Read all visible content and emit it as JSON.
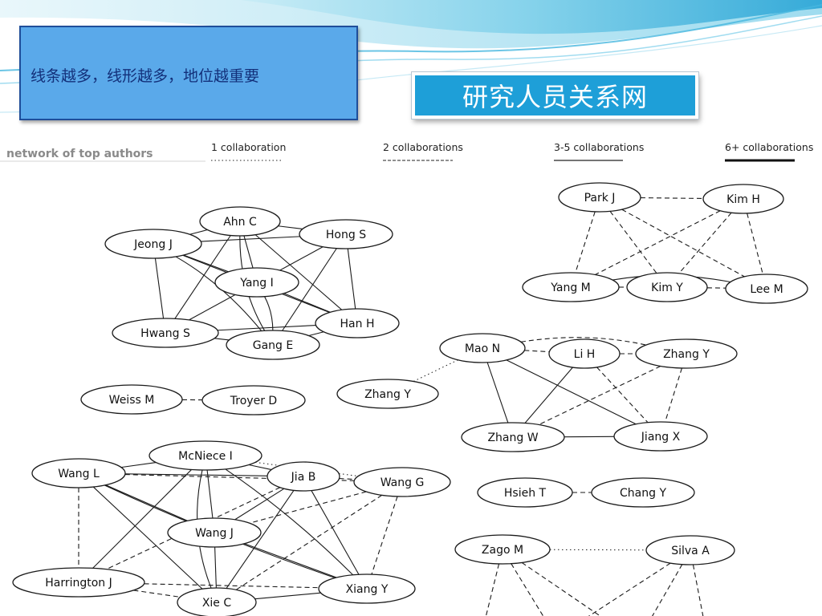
{
  "callout_text": "线条越多，线形越多，地位越重要",
  "title": "研究人员关系网",
  "figure_title": "network of top authors",
  "legend": [
    {
      "label": "1 collaboration",
      "style": "dotted"
    },
    {
      "label": "2 collaborations",
      "style": "dashed"
    },
    {
      "label": "3-5 collaborations",
      "style": "solid"
    },
    {
      "label": "6+ collaborations",
      "style": "thick"
    }
  ],
  "nodes": [
    {
      "id": "ahn-c",
      "label": "Ahn C"
    },
    {
      "id": "jeong-j",
      "label": "Jeong J"
    },
    {
      "id": "hong-s",
      "label": "Hong S"
    },
    {
      "id": "yang-i",
      "label": "Yang I"
    },
    {
      "id": "han-h",
      "label": "Han H"
    },
    {
      "id": "hwang-s",
      "label": "Hwang S"
    },
    {
      "id": "gang-e",
      "label": "Gang E"
    },
    {
      "id": "weiss-m",
      "label": "Weiss M"
    },
    {
      "id": "troyer-d",
      "label": "Troyer D"
    },
    {
      "id": "mcniece-i",
      "label": "McNiece I"
    },
    {
      "id": "wang-l",
      "label": "Wang L"
    },
    {
      "id": "jia-b",
      "label": "Jia B"
    },
    {
      "id": "wang-g",
      "label": "Wang G"
    },
    {
      "id": "wang-j",
      "label": "Wang J"
    },
    {
      "id": "harrington-j",
      "label": "Harrington J"
    },
    {
      "id": "xie-c",
      "label": "Xie C"
    },
    {
      "id": "xiang-y",
      "label": "Xiang Y"
    },
    {
      "id": "park-j",
      "label": "Park J"
    },
    {
      "id": "kim-h",
      "label": "Kim H"
    },
    {
      "id": "yang-m",
      "label": "Yang M"
    },
    {
      "id": "kim-y",
      "label": "Kim Y"
    },
    {
      "id": "lee-m",
      "label": "Lee M"
    },
    {
      "id": "mao-n",
      "label": "Mao N"
    },
    {
      "id": "li-h",
      "label": "Li H"
    },
    {
      "id": "zhang-y-1",
      "label": "Zhang Y"
    },
    {
      "id": "zhang-y-2",
      "label": "Zhang Y"
    },
    {
      "id": "zhang-w",
      "label": "Zhang W"
    },
    {
      "id": "jiang-x",
      "label": "Jiang X"
    },
    {
      "id": "hsieh-t",
      "label": "Hsieh T"
    },
    {
      "id": "chang-y",
      "label": "Chang Y"
    },
    {
      "id": "zago-m",
      "label": "Zago M"
    },
    {
      "id": "silva-a",
      "label": "Silva A"
    }
  ],
  "edges": [
    {
      "from": "jeong-j",
      "to": "ahn-c",
      "style": "solid"
    },
    {
      "from": "jeong-j",
      "to": "hong-s",
      "style": "solid"
    },
    {
      "from": "jeong-j",
      "to": "yang-i",
      "style": "solid"
    },
    {
      "from": "jeong-j",
      "to": "han-h",
      "style": "solid"
    },
    {
      "from": "jeong-j",
      "to": "hwang-s",
      "style": "solid"
    },
    {
      "from": "jeong-j",
      "to": "gang-e",
      "style": "solid"
    },
    {
      "from": "ahn-c",
      "to": "hong-s",
      "style": "solid"
    },
    {
      "from": "ahn-c",
      "to": "yang-i",
      "style": "solid"
    },
    {
      "from": "ahn-c",
      "to": "han-h",
      "style": "solid"
    },
    {
      "from": "ahn-c",
      "to": "hwang-s",
      "style": "solid"
    },
    {
      "from": "ahn-c",
      "to": "gang-e",
      "style": "solid"
    },
    {
      "from": "hong-s",
      "to": "han-h",
      "style": "solid"
    },
    {
      "from": "hong-s",
      "to": "gang-e",
      "style": "solid"
    },
    {
      "from": "hong-s",
      "to": "hwang-s",
      "style": "solid"
    },
    {
      "from": "yang-i",
      "to": "han-h",
      "style": "solid"
    },
    {
      "from": "yang-i",
      "to": "gang-e",
      "style": "solid"
    },
    {
      "from": "hwang-s",
      "to": "gang-e",
      "style": "solid"
    },
    {
      "from": "hwang-s",
      "to": "han-h",
      "style": "solid"
    },
    {
      "from": "gang-e",
      "to": "han-h",
      "style": "solid"
    },
    {
      "from": "weiss-m",
      "to": "troyer-d",
      "style": "dashed"
    },
    {
      "from": "mcniece-i",
      "to": "wang-l",
      "style": "solid"
    },
    {
      "from": "mcniece-i",
      "to": "jia-b",
      "style": "solid"
    },
    {
      "from": "mcniece-i",
      "to": "wang-g",
      "style": "dotted"
    },
    {
      "from": "mcniece-i",
      "to": "wang-j",
      "style": "solid"
    },
    {
      "from": "mcniece-i",
      "to": "xie-c",
      "style": "solid"
    },
    {
      "from": "mcniece-i",
      "to": "xiang-y",
      "style": "solid"
    },
    {
      "from": "mcniece-i",
      "to": "harrington-j",
      "style": "solid"
    },
    {
      "from": "wang-l",
      "to": "jia-b",
      "style": "solid"
    },
    {
      "from": "wang-l",
      "to": "wang-g",
      "style": "dashed"
    },
    {
      "from": "wang-l",
      "to": "wang-j",
      "style": "solid"
    },
    {
      "from": "wang-l",
      "to": "xie-c",
      "style": "solid"
    },
    {
      "from": "wang-l",
      "to": "xiang-y",
      "style": "solid"
    },
    {
      "from": "wang-l",
      "to": "harrington-j",
      "style": "dashed"
    },
    {
      "from": "jia-b",
      "to": "wang-g",
      "style": "dashed"
    },
    {
      "from": "jia-b",
      "to": "wang-j",
      "style": "solid"
    },
    {
      "from": "jia-b",
      "to": "xie-c",
      "style": "solid"
    },
    {
      "from": "jia-b",
      "to": "xiang-y",
      "style": "solid"
    },
    {
      "from": "jia-b",
      "to": "harrington-j",
      "style": "dashed"
    },
    {
      "from": "wang-g",
      "to": "xiang-y",
      "style": "dashed"
    },
    {
      "from": "wang-g",
      "to": "wang-j",
      "style": "dashed"
    },
    {
      "from": "wang-g",
      "to": "xie-c",
      "style": "dashed"
    },
    {
      "from": "wang-j",
      "to": "xie-c",
      "style": "solid"
    },
    {
      "from": "wang-j",
      "to": "xiang-y",
      "style": "solid"
    },
    {
      "from": "harrington-j",
      "to": "xie-c",
      "style": "dashed"
    },
    {
      "from": "harrington-j",
      "to": "xiang-y",
      "style": "dashed"
    },
    {
      "from": "xie-c",
      "to": "xiang-y",
      "style": "solid"
    },
    {
      "from": "park-j",
      "to": "kim-h",
      "style": "dashed"
    },
    {
      "from": "park-j",
      "to": "yang-m",
      "style": "dashed"
    },
    {
      "from": "park-j",
      "to": "kim-y",
      "style": "dashed"
    },
    {
      "from": "park-j",
      "to": "lee-m",
      "style": "dashed"
    },
    {
      "from": "kim-h",
      "to": "yang-m",
      "style": "dashed"
    },
    {
      "from": "kim-h",
      "to": "kim-y",
      "style": "dashed"
    },
    {
      "from": "kim-h",
      "to": "lee-m",
      "style": "dashed"
    },
    {
      "from": "yang-m",
      "to": "kim-y",
      "style": "dashed"
    },
    {
      "from": "yang-m",
      "to": "lee-m",
      "style": "solid"
    },
    {
      "from": "kim-y",
      "to": "lee-m",
      "style": "dashed"
    },
    {
      "from": "mao-n",
      "to": "li-h",
      "style": "dashed"
    },
    {
      "from": "mao-n",
      "to": "zhang-y-1",
      "style": "dashed"
    },
    {
      "from": "mao-n",
      "to": "zhang-w",
      "style": "solid"
    },
    {
      "from": "mao-n",
      "to": "jiang-x",
      "style": "solid"
    },
    {
      "from": "mao-n",
      "to": "zhang-y-2",
      "style": "dotted"
    },
    {
      "from": "li-h",
      "to": "zhang-y-1",
      "style": "dashed"
    },
    {
      "from": "li-h",
      "to": "zhang-w",
      "style": "solid"
    },
    {
      "from": "li-h",
      "to": "jiang-x",
      "style": "dashed"
    },
    {
      "from": "zhang-y-1",
      "to": "zhang-w",
      "style": "dashed"
    },
    {
      "from": "zhang-y-1",
      "to": "jiang-x",
      "style": "dashed"
    },
    {
      "from": "zhang-w",
      "to": "jiang-x",
      "style": "solid"
    },
    {
      "from": "hsieh-t",
      "to": "chang-y",
      "style": "dashed"
    },
    {
      "from": "zago-m",
      "to": "silva-a",
      "style": "dotted"
    },
    {
      "from": "zago-m",
      "to": "zago-out-a",
      "style": "dashed"
    },
    {
      "from": "zago-m",
      "to": "zago-out-b",
      "style": "dashed"
    },
    {
      "from": "zago-m",
      "to": "zago-out-c",
      "style": "dashed"
    },
    {
      "from": "silva-a",
      "to": "silva-out-a",
      "style": "dashed"
    },
    {
      "from": "silva-a",
      "to": "silva-out-b",
      "style": "dashed"
    },
    {
      "from": "silva-a",
      "to": "silva-out-c",
      "style": "dashed"
    }
  ]
}
